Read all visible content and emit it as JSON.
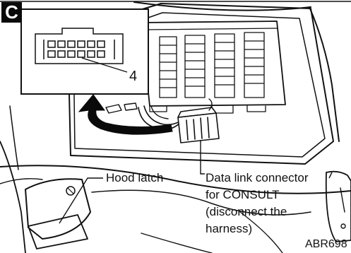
{
  "panel_letter": "C",
  "inset": {
    "pin_number": "4"
  },
  "labels": {
    "hood_latch": "Hood latch",
    "dlc_line1": "Data link connector",
    "dlc_line2": "for CONSULT",
    "dlc_line3": "(disconnect the",
    "dlc_line4": "harness)"
  },
  "figure_code": "ABR698"
}
